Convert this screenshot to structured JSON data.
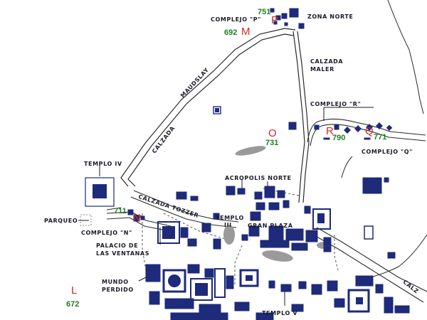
{
  "colors": {
    "structure": "#1e2a7a",
    "road": "#2a2a2a",
    "letter": "#d62828",
    "number": "#1e7d1e",
    "background": "#ffffff"
  },
  "labels": {
    "complejo_p": "COMPLEJO \"P\"",
    "zona_norte": "ZONA NORTE",
    "calzada_maler_1": "CALZADA",
    "calzada_maler_2": "MALER",
    "maudslay": "MAUDSLAY",
    "calzada_left": "CALZADA",
    "complejo_r": "COMPLEJO \"R\"",
    "complejo_q": "COMPLEJO \"Q\"",
    "templo_iv": "TEMPLO IV",
    "acropolis_norte": "ACROPOLIS NORTE",
    "calzada_tozzer": "CALZADA TOZZER",
    "parqueo": "PARQUEO",
    "templo_iii_1": "TEMPLO",
    "templo_iii_2": "III",
    "gran_plaza": "GRAN PLAZA",
    "complejo_n": "COMPLEJO \"N\"",
    "palacio_1": "PALACIO DE",
    "palacio_2": "LAS VENTANAS",
    "mundo_1": "MUNDO",
    "mundo_2": "PERDIDO",
    "templo_v": "TEMPLO V",
    "calzada_right": "CALZ"
  },
  "markers": [
    {
      "id": "P",
      "letter": "P",
      "number": "751"
    },
    {
      "id": "M",
      "letter": "M",
      "number": "692"
    },
    {
      "id": "O",
      "letter": "O",
      "number": "731"
    },
    {
      "id": "R",
      "letter": "R",
      "number": "790"
    },
    {
      "id": "Q",
      "letter": "Q",
      "number": "771"
    },
    {
      "id": "N",
      "letter": "N",
      "number": "711"
    },
    {
      "id": "L",
      "letter": "L",
      "number": "672"
    }
  ]
}
